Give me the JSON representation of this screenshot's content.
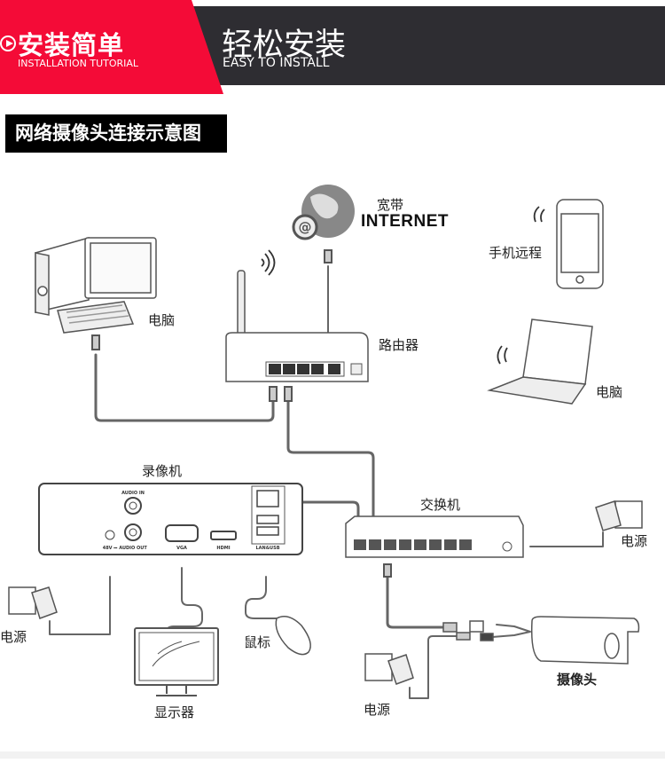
{
  "header": {
    "left_title": "安装简单",
    "left_subtitle": "INSTALLATION TUTORIAL",
    "right_title": "轻松安装",
    "right_subtitle": "EASY TO INSTALL",
    "colors": {
      "red": "#f40b37",
      "dark": "#2e2d32"
    }
  },
  "section_title": "网络摄像头连接示意图",
  "diagram": {
    "internet": {
      "label_cn": "宽带",
      "label_en": "INTERNET"
    },
    "router": {
      "label": "路由器"
    },
    "desktop_pc": {
      "label": "电脑"
    },
    "phone": {
      "label": "手机远程"
    },
    "laptop": {
      "label": "电脑"
    },
    "nvr": {
      "label": "录像机",
      "ports": {
        "audio_in": "AUDIO IN",
        "power": "48V ⎓",
        "audio_out": "AUDIO OUT",
        "vga": "VGA",
        "hdmi": "HDMI",
        "lan_usb": "LAN&USB"
      }
    },
    "switch": {
      "label": "交换机"
    },
    "nvr_power": {
      "label": "电源"
    },
    "switch_power": {
      "label": "电源"
    },
    "camera_power": {
      "label": "电源"
    },
    "monitor": {
      "label": "显示器"
    },
    "mouse": {
      "label": "鼠标"
    },
    "camera": {
      "label": "摄像头"
    }
  }
}
